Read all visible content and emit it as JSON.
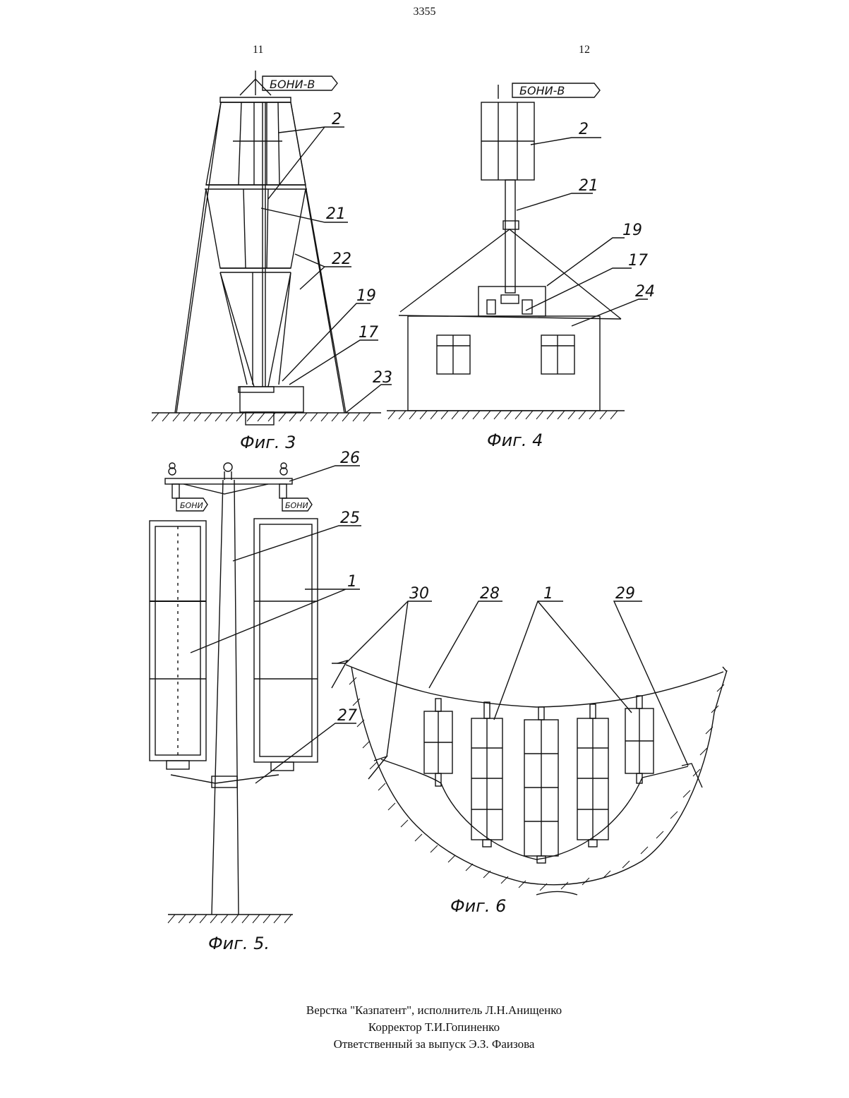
{
  "page_number": "3355",
  "column_numbers": {
    "left": "11",
    "right": "12"
  },
  "figures": [
    {
      "caption": "Фиг. 3",
      "sign": "БОНИ-В",
      "labels": [
        "2",
        "21",
        "22",
        "19",
        "17",
        "23"
      ]
    },
    {
      "caption": "Фиг. 4",
      "sign": "БОНИ-В",
      "labels": [
        "2",
        "21",
        "19",
        "17",
        "24"
      ]
    },
    {
      "caption": "Фиг. 5.",
      "sign": "БОНИ",
      "labels": [
        "26",
        "25",
        "1",
        "27"
      ]
    },
    {
      "caption": "Фиг. 6",
      "labels": [
        "30",
        "28",
        "1",
        "29"
      ]
    }
  ],
  "footer": {
    "line1": "Верстка \"Казпатент\", исполнитель  Л.Н.Анищенко",
    "line2": "Корректор Т.И.Гопиненко",
    "line3": "Ответственный за выпуск  Э.З. Фаизова"
  }
}
